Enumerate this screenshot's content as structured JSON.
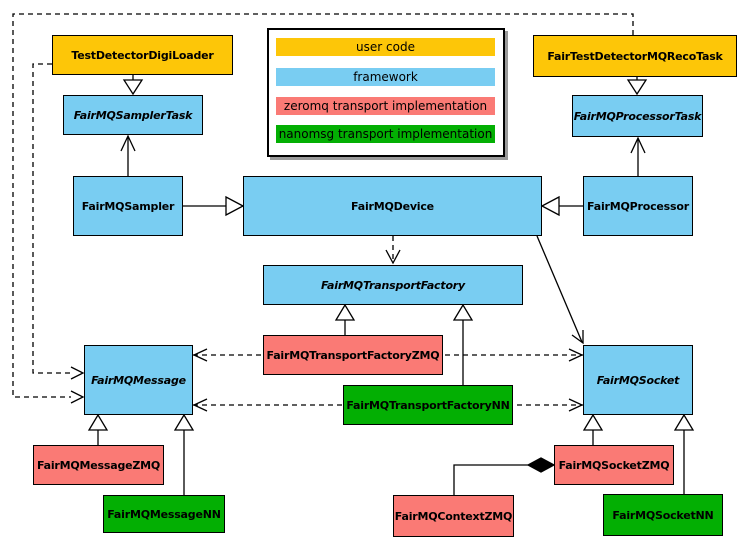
{
  "diagram_type": "uml-class-diagram",
  "palette": {
    "user_code": "#FDC608",
    "framework": "#79CDF2",
    "zeromq": "#FA7A75",
    "nanomsg": "#03AF03",
    "line": "#000000",
    "background": "#FFFFFF"
  },
  "legend": {
    "items": [
      {
        "label": "user code",
        "color_key": "user_code"
      },
      {
        "label": "framework",
        "color_key": "framework"
      },
      {
        "label": "zeromq transport implementation",
        "color_key": "zeromq"
      },
      {
        "label": "nanomsg transport implementation",
        "color_key": "nanomsg"
      }
    ]
  },
  "nodes": {
    "testDetectorDigiLoader": {
      "label": "TestDetectorDigiLoader",
      "category": "user code",
      "abstract": false
    },
    "fairTestDetectorMQRecoTask": {
      "label": "FairTestDetectorMQRecoTask",
      "category": "user code",
      "abstract": false
    },
    "fairMQSamplerTask": {
      "label": "FairMQSamplerTask",
      "category": "framework",
      "abstract": true
    },
    "fairMQProcessorTask": {
      "label": "FairMQProcessorTask",
      "category": "framework",
      "abstract": true
    },
    "fairMQSampler": {
      "label": "FairMQSampler",
      "category": "framework",
      "abstract": false
    },
    "fairMQDevice": {
      "label": "FairMQDevice",
      "category": "framework",
      "abstract": false
    },
    "fairMQProcessor": {
      "label": "FairMQProcessor",
      "category": "framework",
      "abstract": false
    },
    "fairMQTransportFactory": {
      "label": "FairMQTransportFactory",
      "category": "framework",
      "abstract": true
    },
    "fairMQTransportFactoryZMQ": {
      "label": "FairMQTransportFactoryZMQ",
      "category": "zeromq",
      "abstract": false
    },
    "fairMQTransportFactoryNN": {
      "label": "FairMQTransportFactoryNN",
      "category": "nanomsg",
      "abstract": false
    },
    "fairMQMessage": {
      "label": "FairMQMessage",
      "category": "framework",
      "abstract": true
    },
    "fairMQSocket": {
      "label": "FairMQSocket",
      "category": "framework",
      "abstract": true
    },
    "fairMQMessageZMQ": {
      "label": "FairMQMessageZMQ",
      "category": "zeromq",
      "abstract": false
    },
    "fairMQMessageNN": {
      "label": "FairMQMessageNN",
      "category": "nanomsg",
      "abstract": false
    },
    "fairMQSocketZMQ": {
      "label": "FairMQSocketZMQ",
      "category": "zeromq",
      "abstract": false
    },
    "fairMQSocketNN": {
      "label": "FairMQSocketNN",
      "category": "nanomsg",
      "abstract": false
    },
    "fairMQContextZMQ": {
      "label": "FairMQContextZMQ",
      "category": "zeromq",
      "abstract": false
    }
  },
  "edges": [
    {
      "from": "TestDetectorDigiLoader",
      "to": "FairMQSamplerTask",
      "kind": "generalization"
    },
    {
      "from": "FairTestDetectorMQRecoTask",
      "to": "FairMQProcessorTask",
      "kind": "generalization"
    },
    {
      "from": "FairMQSampler",
      "to": "FairMQSamplerTask",
      "kind": "association"
    },
    {
      "from": "FairMQProcessor",
      "to": "FairMQProcessorTask",
      "kind": "association"
    },
    {
      "from": "FairMQSampler",
      "to": "FairMQDevice",
      "kind": "generalization"
    },
    {
      "from": "FairMQProcessor",
      "to": "FairMQDevice",
      "kind": "generalization"
    },
    {
      "from": "FairMQDevice",
      "to": "FairMQTransportFactory",
      "kind": "dependency"
    },
    {
      "from": "FairMQDevice",
      "to": "FairMQSocket",
      "kind": "association"
    },
    {
      "from": "TestDetectorDigiLoader",
      "to": "FairMQMessage",
      "kind": "dependency"
    },
    {
      "from": "FairTestDetectorMQRecoTask",
      "to": "FairMQMessage",
      "kind": "dependency"
    },
    {
      "from": "FairMQTransportFactoryZMQ",
      "to": "FairMQTransportFactory",
      "kind": "generalization"
    },
    {
      "from": "FairMQTransportFactoryNN",
      "to": "FairMQTransportFactory",
      "kind": "generalization"
    },
    {
      "from": "FairMQTransportFactoryZMQ",
      "to": "FairMQMessage",
      "kind": "dependency"
    },
    {
      "from": "FairMQTransportFactoryZMQ",
      "to": "FairMQSocket",
      "kind": "dependency"
    },
    {
      "from": "FairMQTransportFactoryNN",
      "to": "FairMQMessage",
      "kind": "dependency"
    },
    {
      "from": "FairMQTransportFactoryNN",
      "to": "FairMQSocket",
      "kind": "dependency"
    },
    {
      "from": "FairMQMessageZMQ",
      "to": "FairMQMessage",
      "kind": "generalization"
    },
    {
      "from": "FairMQMessageNN",
      "to": "FairMQMessage",
      "kind": "generalization"
    },
    {
      "from": "FairMQSocketZMQ",
      "to": "FairMQSocket",
      "kind": "generalization"
    },
    {
      "from": "FairMQSocketNN",
      "to": "FairMQSocket",
      "kind": "generalization"
    },
    {
      "from": "FairMQContextZMQ",
      "to": "FairMQSocketZMQ",
      "kind": "composition"
    }
  ]
}
